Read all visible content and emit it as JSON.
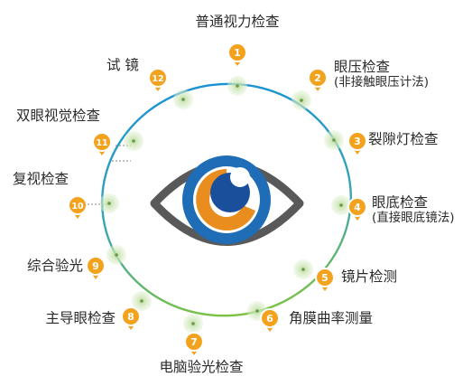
{
  "colors": {
    "ring_start": "#1a93d5",
    "ring_end": "#7cc242",
    "badge": "#f3a21d",
    "badge_border": "#ffffff",
    "eye_outline": "#595959",
    "iris_blue": "#1f6db6",
    "iris_orange": "#e98d1f",
    "pupil": "#1a4f9c",
    "node_glow": "#cfe8b5"
  },
  "steps": [
    {
      "num": "1",
      "label": "普通视力检查",
      "sub": ""
    },
    {
      "num": "2",
      "label": "眼压检查",
      "sub": "(非接触眼压计法)"
    },
    {
      "num": "3",
      "label": "裂隙灯检查",
      "sub": ""
    },
    {
      "num": "4",
      "label": "眼底检查",
      "sub": "(直接眼底镜法)"
    },
    {
      "num": "5",
      "label": "镜片检测",
      "sub": ""
    },
    {
      "num": "6",
      "label": "角膜曲率测量",
      "sub": ""
    },
    {
      "num": "7",
      "label": "电脑验光检查",
      "sub": ""
    },
    {
      "num": "8",
      "label": "主导眼检查",
      "sub": ""
    },
    {
      "num": "9",
      "label": "综合验光",
      "sub": ""
    },
    {
      "num": "10",
      "label": "复视检查",
      "sub": ""
    },
    {
      "num": "11",
      "label": "双眼视觉检查",
      "sub": ""
    },
    {
      "num": "12",
      "label": "试 镜",
      "sub": ""
    }
  ],
  "center_icon": "eye-icon"
}
